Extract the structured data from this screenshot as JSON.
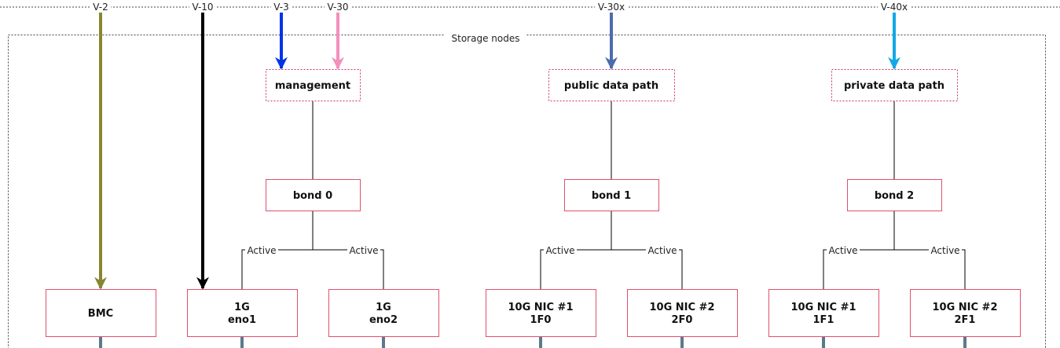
{
  "group": {
    "label": "Storage nodes"
  },
  "vlans": [
    {
      "id": "v2",
      "label": "V-2",
      "color": "#868630"
    },
    {
      "id": "v10",
      "label": "V-10",
      "color": "#000000"
    },
    {
      "id": "v3",
      "label": "V-3",
      "color": "#0033e6"
    },
    {
      "id": "v30",
      "label": "V-30",
      "color": "#f48fbe"
    },
    {
      "id": "v30x",
      "label": "V-30x",
      "color": "#4c6cb0"
    },
    {
      "id": "v40x",
      "label": "V-40x",
      "color": "#12a8e8"
    }
  ],
  "networks": [
    {
      "id": "management",
      "label": "management"
    },
    {
      "id": "public-data",
      "label": "public data path"
    },
    {
      "id": "private-data",
      "label": "private data path"
    }
  ],
  "bonds": [
    {
      "id": "bond0",
      "label": "bond 0"
    },
    {
      "id": "bond1",
      "label": "bond 1"
    },
    {
      "id": "bond2",
      "label": "bond 2"
    }
  ],
  "interfaces": [
    {
      "id": "bmc",
      "lines": [
        "BMC"
      ]
    },
    {
      "id": "eno1",
      "lines": [
        "1G",
        "eno1"
      ]
    },
    {
      "id": "eno2",
      "lines": [
        "1G",
        "eno2"
      ]
    },
    {
      "id": "1f0",
      "lines": [
        "10G NIC #1",
        "1F0"
      ]
    },
    {
      "id": "2f0",
      "lines": [
        "10G NIC #2",
        "2F0"
      ]
    },
    {
      "id": "1f1",
      "lines": [
        "10G NIC #1",
        "1F1"
      ]
    },
    {
      "id": "2f1",
      "lines": [
        "10G NIC #2",
        "2F1"
      ]
    }
  ],
  "link_label": "Active",
  "colors": {
    "box_border_solid": "#e0506e",
    "box_border_dotted": "#cc3366",
    "group_border": "#444444",
    "connector": "#000000",
    "port_stub": "#5a7a8c"
  }
}
